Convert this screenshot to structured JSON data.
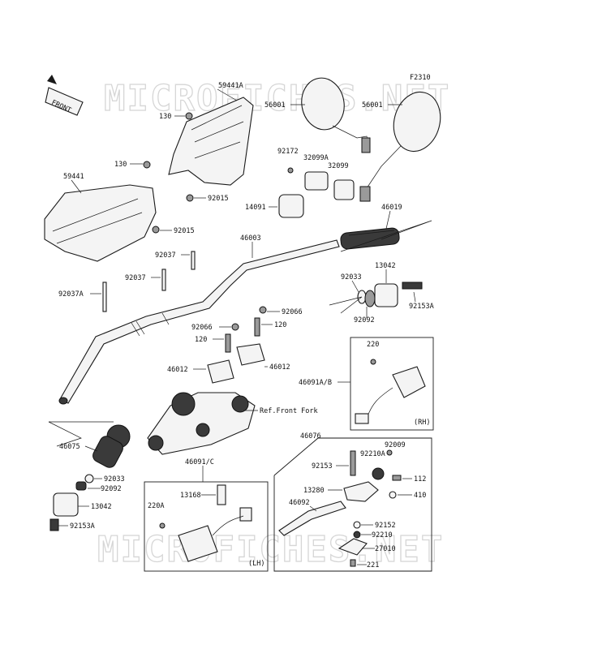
{
  "figure_code": "F2310",
  "front_label": "FRONT",
  "watermark": "MICROFICHES.NET",
  "ref_label": "Ref.Front Fork",
  "box_rh_label": "(RH)",
  "box_lh_label": "(LH)",
  "parts": {
    "p59441A": "59441A",
    "p130a": "130",
    "p130b": "130",
    "p59441": "59441",
    "p92015a": "92015",
    "p92015b": "92015",
    "p92037a": "92037",
    "p92037b": "92037",
    "p92037A": "92037A",
    "p56001L": "56001",
    "p56001R": "56001",
    "p92172": "92172",
    "p32099A": "32099A",
    "p32099": "32099",
    "p14091": "14091",
    "p46019": "46019",
    "p46003": "46003",
    "p13042a": "13042",
    "p92033a": "92033",
    "p92153Aa": "92153A",
    "p92092a": "92092",
    "p92066a": "92066",
    "p92066b": "92066",
    "p120a": "120",
    "p120b": "120",
    "p46012a": "46012",
    "p46012b": "46012",
    "p220": "220",
    "p46091AB": "46091A/B",
    "p46075": "46075",
    "p92033b": "92033",
    "p92092b": "92092",
    "p13042b": "13042",
    "p92153Ab": "92153A",
    "p46091C": "46091/C",
    "p13168": "13168",
    "p220A": "220A",
    "p46076": "46076",
    "p92009": "92009",
    "p92153": "92153",
    "p92210A": "92210A",
    "p112": "112",
    "p13280": "13280",
    "p410": "410",
    "p46092": "46092",
    "p92152": "92152",
    "p92210": "92210",
    "p27010": "27010",
    "p221": "221"
  }
}
